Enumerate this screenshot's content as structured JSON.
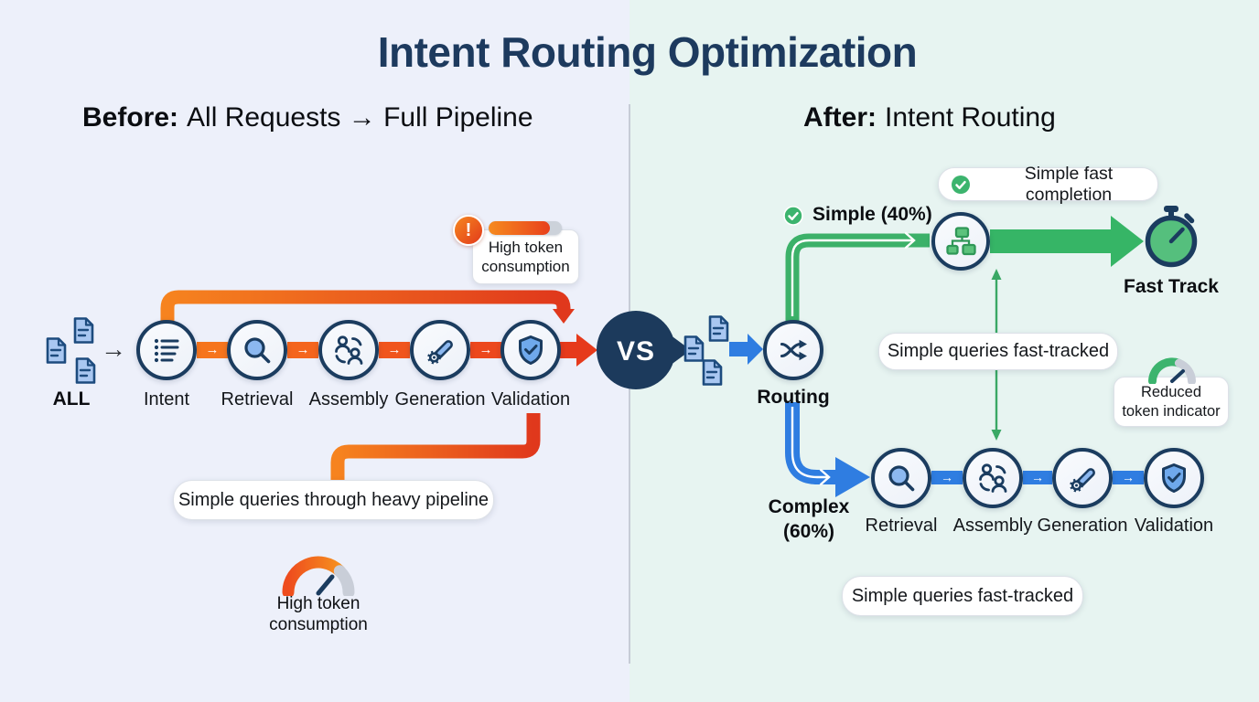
{
  "title": "Intent Routing Optimization",
  "colors": {
    "navy": "#1b3c5f",
    "title_navy": "#1d3a5e",
    "orange": "#f5821f",
    "red": "#e0381c",
    "green": "#3cb46e",
    "blue": "#2f7de1",
    "bg_left": "#edf0fa",
    "bg_right": "#e7f4f1"
  },
  "before": {
    "heading_bold": "Before:",
    "heading_rest": "All Requests → Full Pipeline",
    "input": {
      "label": "ALL",
      "arrow": "→"
    },
    "stages": [
      {
        "label": "Intent",
        "icon": "list-icon"
      },
      {
        "label": "Retrieval",
        "icon": "search-icon"
      },
      {
        "label": "Assembly",
        "icon": "people-sync-icon"
      },
      {
        "label": "Generation",
        "icon": "pen-gear-icon"
      },
      {
        "label": "Validation",
        "icon": "shield-check-icon"
      }
    ],
    "connector_arrow": "→",
    "alert_mark": "!",
    "top_callout": {
      "line1": "High token",
      "line2": "consumption"
    },
    "loop_callout": "Simple queries through heavy pipeline",
    "gauge_caption": {
      "line1": "High token",
      "line2": "consumption"
    }
  },
  "vs_label": "VS",
  "after": {
    "heading_bold": "After:",
    "heading_rest": "Intent Routing",
    "routing_label": "Routing",
    "simple_branch_label": "Simple (40%)",
    "completion_callout": "Simple fast completion",
    "fast_track_label": "Fast Track",
    "mid_callout": "Simple queries fast-tracked",
    "reduced_callout": {
      "line1": "Reduced",
      "line2": "token indicator"
    },
    "complex_branch": {
      "line1": "Complex",
      "line2": "(60%)"
    },
    "stages": [
      {
        "label": "Retrieval",
        "icon": "search-icon"
      },
      {
        "label": "Assembly",
        "icon": "people-sync-icon"
      },
      {
        "label": "Generation",
        "icon": "pen-gear-icon"
      },
      {
        "label": "Validation",
        "icon": "shield-check-icon"
      }
    ],
    "connector_arrow": "→",
    "bottom_callout": "Simple queries fast-tracked"
  }
}
